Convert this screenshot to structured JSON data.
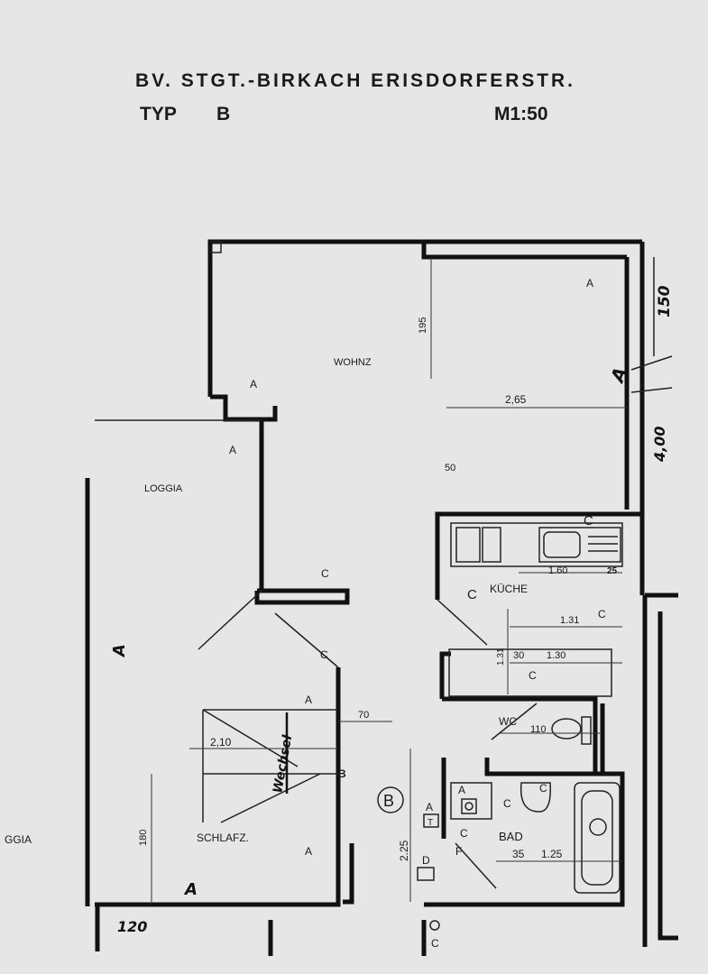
{
  "header": {
    "project": "BV. STGT.-BIRKACH ERISDORFERSTR.",
    "type_label": "TYP",
    "type_value": "B",
    "scale": "M1:50"
  },
  "rooms": {
    "living": "WOHNZ",
    "loggia": "LOGGIA",
    "loggia_adjacent": "GGIA",
    "kitchen": "KÜCHE",
    "wc": "WC",
    "bedroom": "SCHLAFZ.",
    "bath": "BAD"
  },
  "dimensions": {
    "living_depth": "195",
    "living_width": "2,65",
    "living_note": "50",
    "kitchen_counter": "1.60",
    "kitchen_side": "25",
    "kitchen_width_1": "1.31",
    "kitchen_width_2": "1.30",
    "kitchen_offset": "30",
    "kitchen_depth": "1.31",
    "wc_width": "110",
    "hall": "70",
    "bedroom_width": "2,10",
    "bedroom_depth": "180",
    "hall_length": "2.25",
    "bath_offset": "35",
    "bath_width": "1.25"
  },
  "handwritten": {
    "height_mark": "150",
    "height_note": "4,00",
    "bottom_mark": "120",
    "bedroom_note": "Wechsel"
  },
  "marker": {
    "apartment_circle": "B"
  },
  "symbol_letters": {
    "a": "A",
    "b": "B",
    "c": "C",
    "d": "D",
    "f": "F",
    "t": "T"
  }
}
